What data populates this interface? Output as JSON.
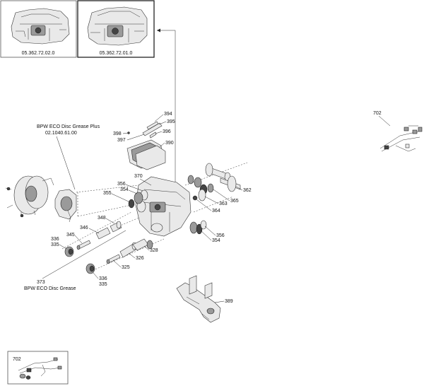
{
  "variants": [
    {
      "part_number": "05.362.72.02.0"
    },
    {
      "part_number": "05.362.72.01.0"
    }
  ],
  "grease": {
    "plus_name": "BPW ECO Disc Grease Plus",
    "plus_number": "02.1040.61.00",
    "std_name": "BPW ECO Disc Grease",
    "std_ref": "373"
  },
  "callouts": {
    "c394": "394",
    "c395": "395",
    "c396": "396",
    "c397": "397",
    "c398": "398",
    "c390": "390",
    "c370": "370",
    "c356a": "356",
    "c354a": "354",
    "c355": "355",
    "c362": "362",
    "c365": "365",
    "c363": "363",
    "c364": "364",
    "c356b": "356",
    "c354b": "354",
    "c348": "348",
    "c346": "346",
    "c345": "345",
    "c336a": "336",
    "c335a": "335",
    "c328": "328",
    "c326": "326",
    "c325": "325",
    "c336b": "336",
    "c335b": "335",
    "c389": "389",
    "c702a": "702",
    "c702b": "702"
  },
  "icons": [
    "caliper-icon",
    "brake-chamber-icon",
    "arrow-up-icon",
    "wear-sensor-icon"
  ]
}
